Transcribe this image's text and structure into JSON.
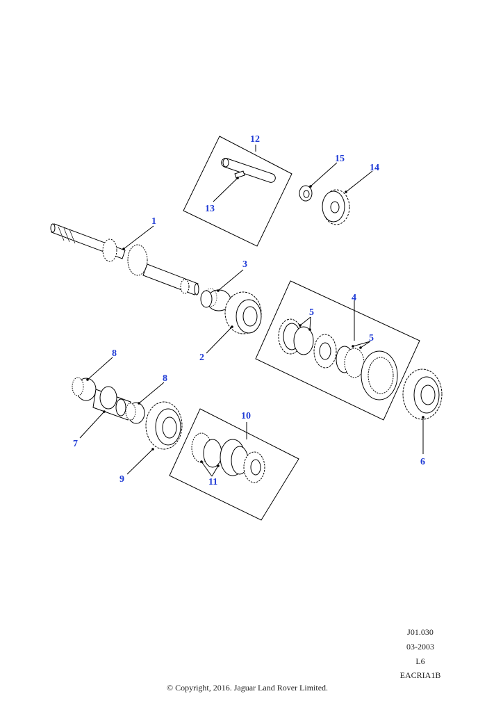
{
  "callouts": {
    "c1": "1",
    "c2": "2",
    "c3": "3",
    "c4": "4",
    "c5a": "5",
    "c5b": "5",
    "c6": "6",
    "c7": "7",
    "c8a": "8",
    "c8b": "8",
    "c9": "9",
    "c10": "10",
    "c11": "11",
    "c12": "12",
    "c13": "13",
    "c14": "14",
    "c15": "15"
  },
  "meta": {
    "ref": "J01.030",
    "date": "03-2003",
    "model": "L6",
    "code": "EACRIA1B"
  },
  "copyright": "© Copyright, 2016. Jaguar Land Rover Limited.",
  "colors": {
    "callout": "#1f3bd6",
    "ink": "#000000",
    "background": "#ffffff"
  }
}
